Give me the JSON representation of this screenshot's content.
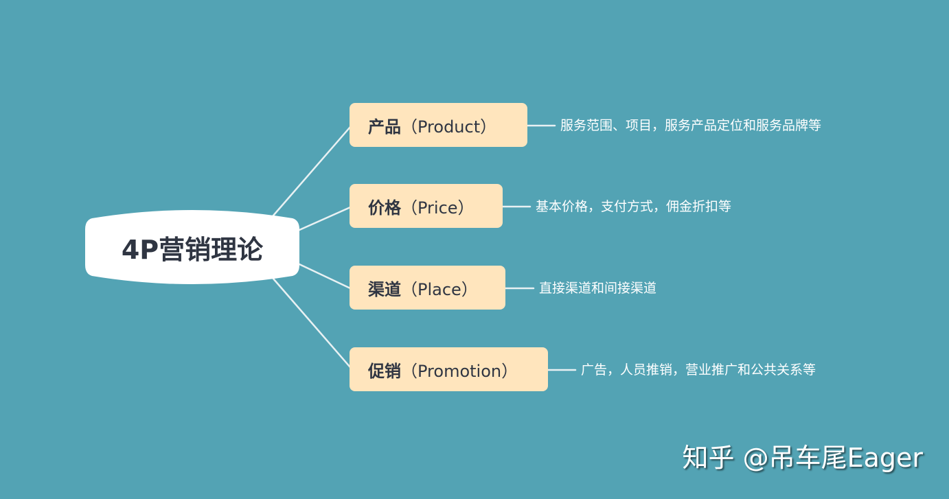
{
  "root": {
    "label": "4P营销理论"
  },
  "branches": [
    {
      "title": "产品",
      "subtitle": "（Product）",
      "detail": "服务范围、项目，服务产品定位和服务品牌等"
    },
    {
      "title": "价格",
      "subtitle": "（Price）",
      "detail": "基本价格，支付方式，佣金折扣等"
    },
    {
      "title": "渠道",
      "subtitle": "（Place）",
      "detail": "直接渠道和间接渠道"
    },
    {
      "title": "促销",
      "subtitle": "（Promotion）",
      "detail": "广告，人员推销，营业推广和公共关系等"
    }
  ],
  "watermark": "知乎 @吊车尾Eager",
  "colors": {
    "background": "#53a3b4",
    "branch_fill": "#ffe5bd",
    "root_fill": "#ffffff",
    "connector": "#e8f1f3",
    "text_dark": "#2f3542",
    "text_light": "#ffffff"
  }
}
